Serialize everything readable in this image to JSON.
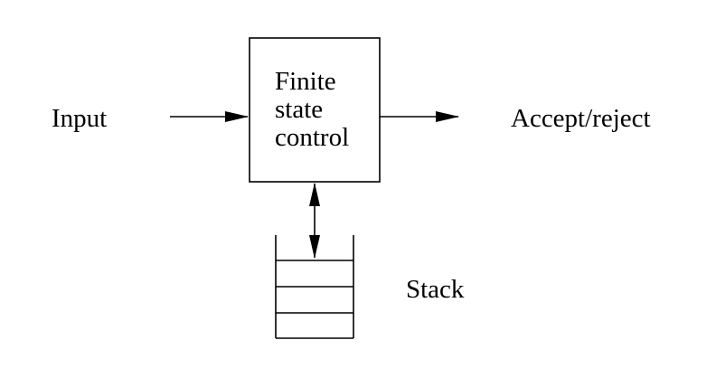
{
  "diagram": {
    "input_label": "Input",
    "control_lines": [
      "Finite",
      "state",
      "control"
    ],
    "output_label": "Accept/reject",
    "stack_label": "Stack"
  },
  "colors": {
    "stroke": "#000000",
    "background": "#ffffff"
  }
}
